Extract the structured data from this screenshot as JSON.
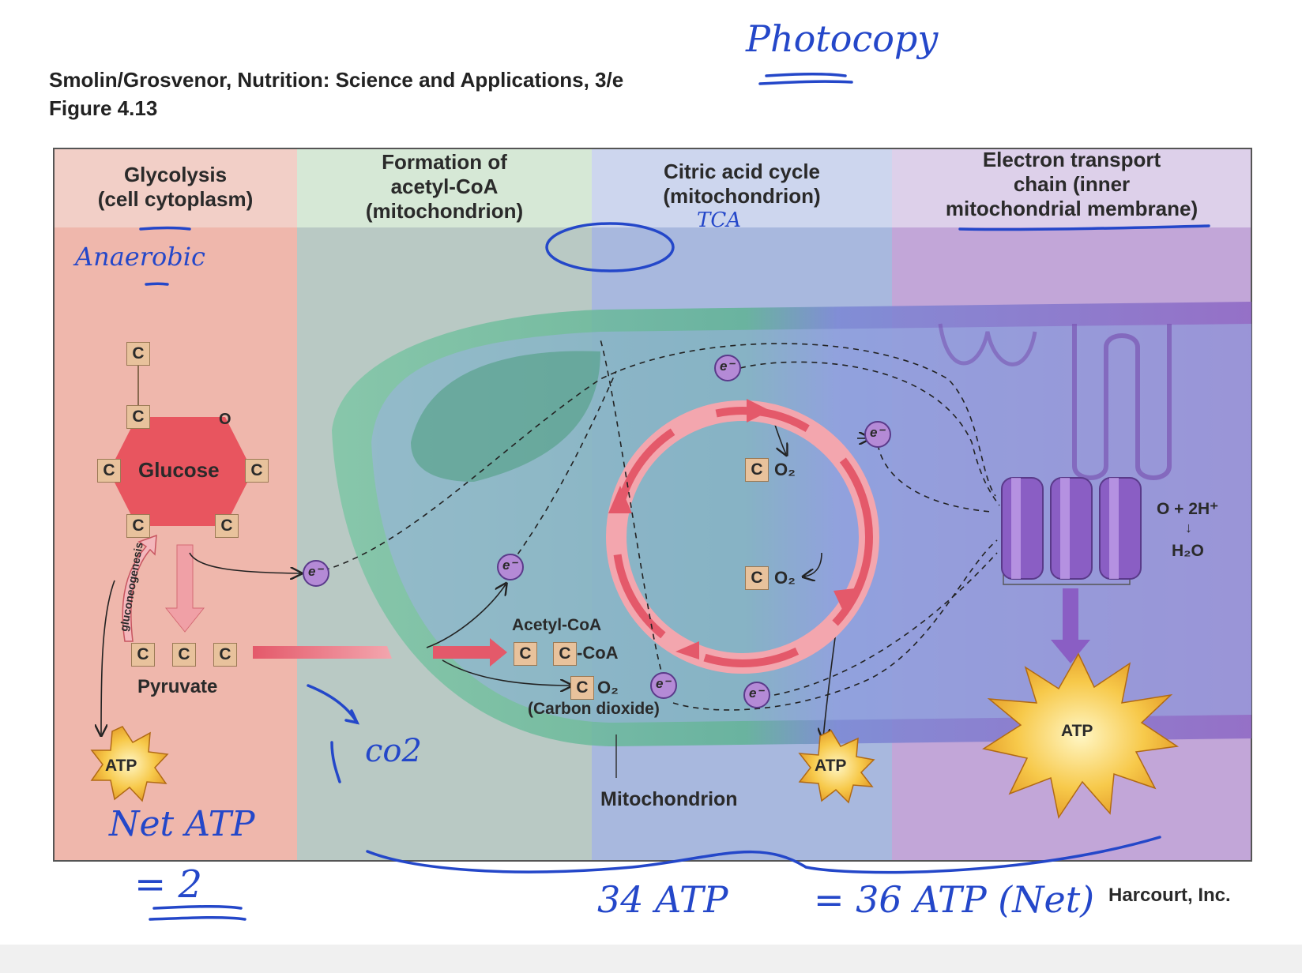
{
  "header": {
    "book_title": "Smolin/Grosvenor, Nutrition: Science and Applications, 3/e",
    "figure_number": "Figure 4.13"
  },
  "panels": {
    "glycolysis_title": "Glycolysis\n(cell cytoplasm)",
    "acetyl_title": "Formation of\nacetyl-CoA\n(mitochondrion)",
    "citric_title": "Citric acid cycle\n(mitochondrion)",
    "etc_title": "Electron transport\nchain (inner\nmitochondrial membrane)"
  },
  "diagram": {
    "carbon": "C",
    "oxygen": "O",
    "glucose": "Glucose",
    "pyruvate": "Pyruvate",
    "gluconeogenesis": "gluconeogenesis",
    "acetyl_coa": "Acetyl-CoA",
    "coa": "-CoA",
    "o2": "O₂",
    "carbon_dioxide": "(Carbon dioxide)",
    "electron": "e⁻",
    "atp": "ATP",
    "o_2h": "O + 2H⁺",
    "h2o": "H₂O",
    "mitochondrion": "Mitochondrion",
    "publisher": "Harcourt, Inc."
  },
  "handwriting": {
    "photocopy": "Photocopy",
    "tca": "TCA",
    "anaerobic": "Anaerobic",
    "co2": "co2",
    "net_atp": "Net ATP",
    "eq2": "= 2",
    "atp34": "34 ATP",
    "atp36": "= 36 ATP (Net)"
  },
  "colors": {
    "glycolysis_bg": "#f2cfc7",
    "acetyl_bg": "#c9dccb",
    "citric_bg": "#bcc9e6",
    "etc_bg": "#cdb9df",
    "ink": "#2447c9"
  }
}
